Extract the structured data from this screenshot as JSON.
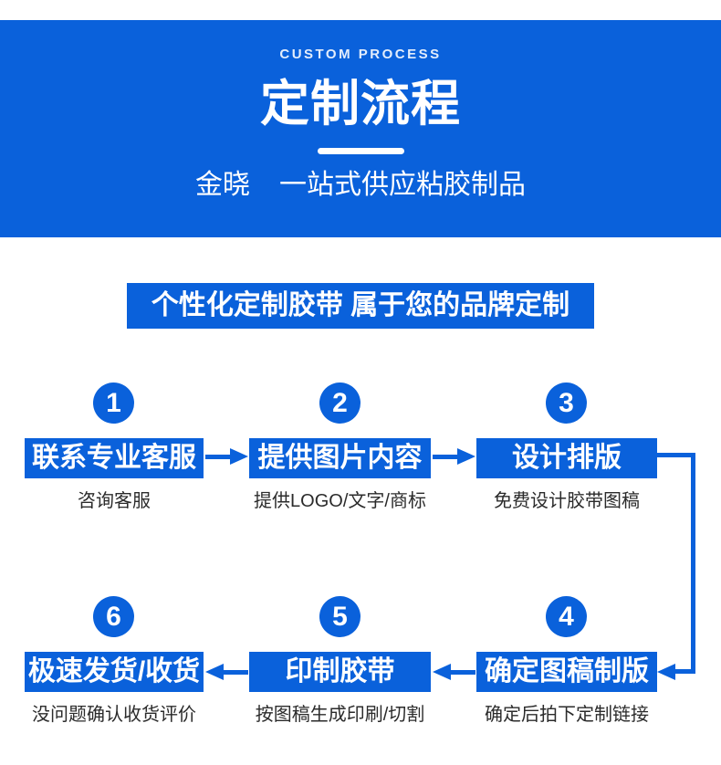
{
  "colors": {
    "accent": "#0a61db",
    "caption_text": "#2b2b2b",
    "hero_text": "#ffffff"
  },
  "hero": {
    "eyebrow": "CUSTOM PROCESS",
    "title": "定制流程",
    "brand": "金晓",
    "tagline": "一站式供应粘胶制品"
  },
  "banner": {
    "text": "个性化定制胶带  属于您的品牌定制"
  },
  "steps": [
    {
      "number": "1",
      "label": "联系专业客服",
      "caption": "咨询客服"
    },
    {
      "number": "2",
      "label": "提供图片内容",
      "caption": "提供LOGO/文字/商标"
    },
    {
      "number": "3",
      "label": "设计排版",
      "caption": "免费设计胶带图稿"
    },
    {
      "number": "4",
      "label": "确定图稿制版",
      "caption": "确定后拍下定制链接"
    },
    {
      "number": "5",
      "label": "印制胶带",
      "caption": "按图稿生成印刷/切割"
    },
    {
      "number": "6",
      "label": "极速发货/收货",
      "caption": "没问题确认收货评价"
    }
  ]
}
